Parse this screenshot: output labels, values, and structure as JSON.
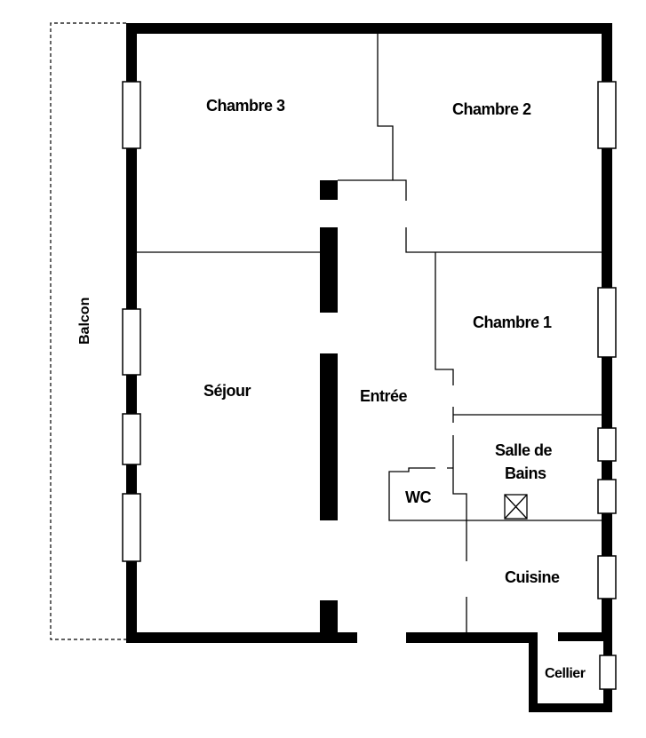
{
  "plan": {
    "rooms": {
      "chambre3": "Chambre 3",
      "chambre2": "Chambre 2",
      "chambre1": "Chambre 1",
      "sejour": "Séjour",
      "entree": "Entrée",
      "salle_de_bains_line1": "Salle de",
      "salle_de_bains_line2": "Bains",
      "wc": "WC",
      "cuisine": "Cuisine",
      "cellier": "Cellier",
      "balcon": "Balcon"
    },
    "colors": {
      "wall": "#000000",
      "background": "#ffffff",
      "window_fill": "#ffffff"
    }
  }
}
